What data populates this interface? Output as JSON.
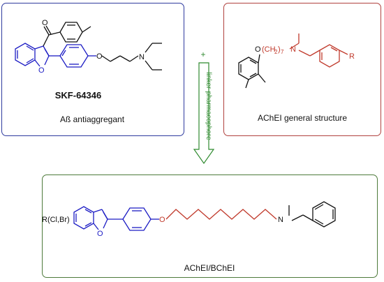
{
  "colors": {
    "panel_left_border": "#2e3a9e",
    "panel_right_border": "#b0413e",
    "panel_bottom_border": "#4d7a3a",
    "core_blue": "#1c1cc4",
    "linker_red": "#c0392b",
    "arrow_green": "#2f8a2f"
  },
  "left_panel": {
    "compound_name": "SKF-64346",
    "activity": "Aß antiaggregant",
    "atoms": {
      "carbonyl_o": "O",
      "furan_o": "O",
      "ether_o": "O",
      "amine_n": "N"
    }
  },
  "right_panel": {
    "label": "AChEI general structure",
    "atoms": {
      "ether_o": "O",
      "linker": "(CH",
      "linker_sub": "2",
      "linker_close": ")",
      "linker_count": "7",
      "amine_n": "N",
      "substituent": "R"
    }
  },
  "plus_sign": "+",
  "connector": {
    "label": "linker-pharmacophore",
    "icon": "down-arrow-icon"
  },
  "bottom_panel": {
    "label": "AChEI/BChEI",
    "atoms": {
      "halogen": "R(Cl,Br)",
      "furan_o": "O",
      "ether_o": "O",
      "amine_n": "N"
    }
  }
}
